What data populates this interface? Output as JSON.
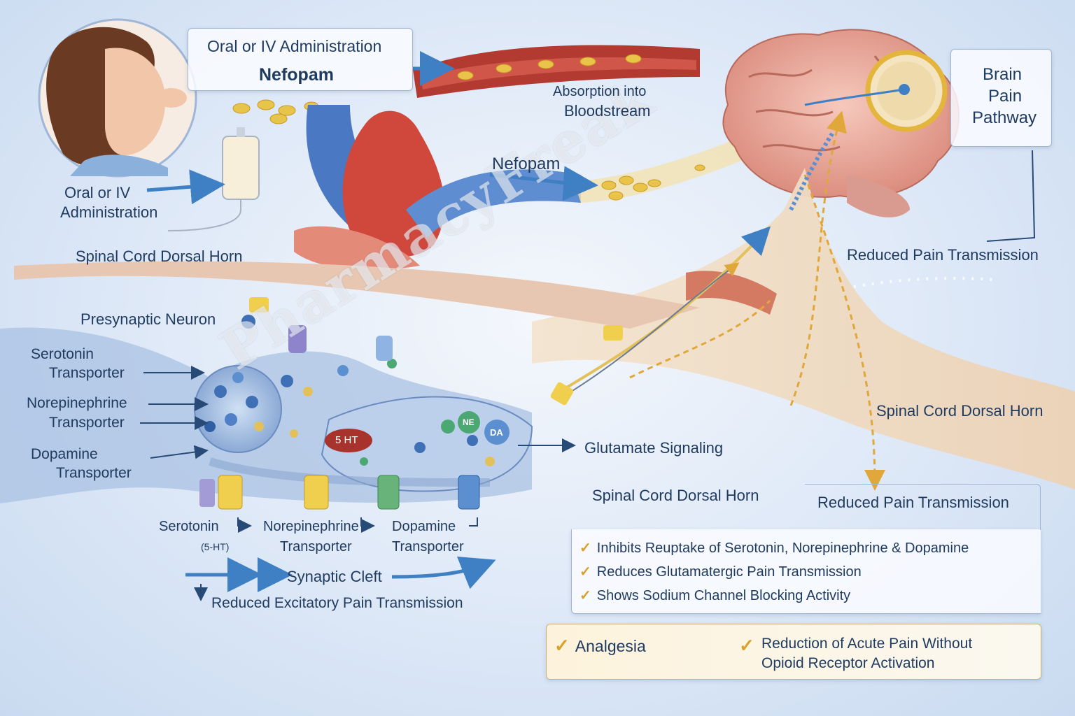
{
  "header": {
    "admin_title": "Oral or IV Administration",
    "drug_name": "Nefopam"
  },
  "absorption": "Absorption into\nBloodstream",
  "absorption_line1": "Absorption into",
  "absorption_line2": "Bloodstream",
  "bloodstream_drug": "Nefopam",
  "iv_label_line1": "Oral or IV",
  "iv_label_line2": "Administration",
  "brain_box": {
    "line1": "Brain",
    "line2": "Pain",
    "line3": "Pathway"
  },
  "labels": {
    "dorsal_horn_top": "Spinal Cord Dorsal Horn",
    "dorsal_horn_right": "Spinal Cord Dorsal Horn",
    "dorsal_horn_mid": "Spinal Cord Dorsal Horn",
    "reduced_pain_top": "Reduced Pain Transmission",
    "reduced_pain_mid": "Reduced Pain Transmission",
    "presynaptic": "Presynaptic Neuron",
    "sert_1": "Serotonin",
    "sert_2": "Transporter",
    "net_1": "Norepinephrine",
    "net_2": "Transporter",
    "dat_1": "Dopamine",
    "dat_2": "Transporter",
    "ht_badge": "5 HT",
    "ne_badge": "NE",
    "da_badge": "DA",
    "glutamate": "Glutamate Signaling",
    "serotonin_bottom": "Serotonin",
    "serotonin_sub": "(5-HT)",
    "ne_bottom_1": "Norepinephrine",
    "ne_bottom_2": "Transporter",
    "da_bottom_1": "Dopamine",
    "da_bottom_2": "Transporter",
    "synaptic_cleft": "Synaptic Cleft",
    "reduced_excitatory": "Reduced Excitatory Pain Transmission"
  },
  "mechanisms": [
    "Inhibits Reuptake of Serotonin, Norepinephrine & Dopamine",
    "Reduces Glutamatergic Pain Transmission",
    "Shows Sodium Channel Blocking Activity"
  ],
  "outcomes": {
    "analgesia": "Analgesia",
    "reduction_line1": "Reduction of Acute Pain Without",
    "reduction_line2": "Opioid Receptor Activation"
  },
  "watermark": "PharmacyFreak",
  "colors": {
    "accent_gold": "#d9a12a",
    "arrow_blue": "#3f7fc4",
    "vein_blue": "#4a78c2",
    "artery_red": "#d0473c",
    "brain_pink": "#e9a99a"
  }
}
